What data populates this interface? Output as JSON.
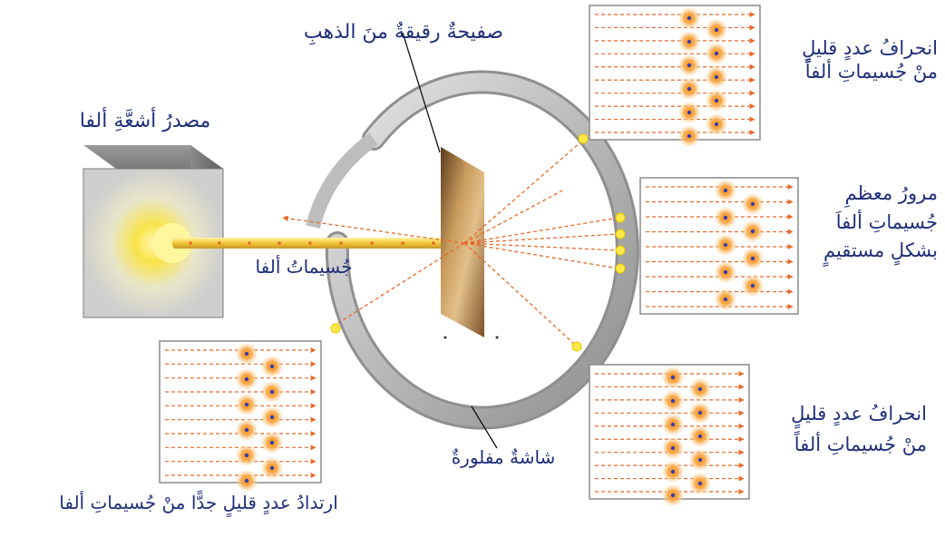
{
  "labels": {
    "gold_foil": "صفيحةٌ رقيقةٌ منَ الذهبِ",
    "alpha_source": "مصدرُ أشعَّةِ ألفا",
    "alpha_particles": "جُسيماتُ ألفا",
    "fluorescent_screen": "شاشةٌ مفلورةٌ",
    "few_deflect_top_1": "انحرافُ عددٍ قليلٍ",
    "few_deflect_top_2": "منْ جُسيماتِ ألفاً",
    "most_pass_1": "مرورُ معظمِ",
    "most_pass_2": "جُسيماتِ ألفاَ",
    "most_pass_3": "بشكلٍ مستقيمٍ",
    "few_deflect_bottom_1": "انحرافُ عددٍ قليلٍ",
    "few_deflect_bottom_2": "منْ جُسيماتِ ألفاً",
    "few_rebound": "ارتدادُ عددٍ قليلٍ جدًّا منْ جُسيماتِ ألفا"
  },
  "colors": {
    "label_text": "#1f2f7a",
    "beam": "#f7d24a",
    "particle_path": "#e8692a",
    "nucleus_glow": "#f4a640",
    "nucleus_core": "#3b3fa8",
    "foil": "#a9773f",
    "screen": "#b7b7b7",
    "hit_spot": "#ffe84a"
  },
  "icons": {
    "source_box": "alpha-source-box-icon",
    "foil": "gold-foil-icon"
  }
}
